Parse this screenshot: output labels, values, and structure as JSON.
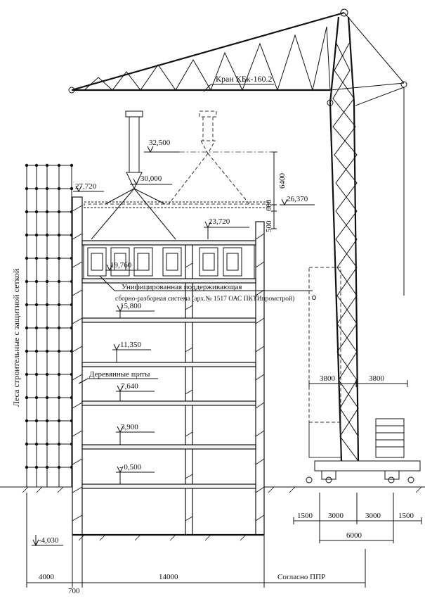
{
  "crane": {
    "label": "Кран КБк-160.2"
  },
  "scaffold": {
    "label": "Леса строительные с защитной сеткой"
  },
  "support_system": {
    "label_line1": "Унифицированная поддерживающая",
    "label_line2": "сборно-разборная система (арх.№ 1517 ОАС ПКТИпромстрой)"
  },
  "wood_panels": {
    "label": "Деревянные щиты"
  },
  "elevations": {
    "e32500": "32,500",
    "e30000": "30,000",
    "e27720": "27,720",
    "e26370": "26,370",
    "e23720": "23,720",
    "e19760": "19,760",
    "e15800": "15,800",
    "e11350": "11,350",
    "e7640": "7,640",
    "e3900": "3,900",
    "em0500": "- 0,500",
    "em4030": "-4,030"
  },
  "dimensions": {
    "d6400": "6400",
    "d600": "600",
    "d500": "500",
    "d3800_left": "3800",
    "d3800_right": "3800",
    "d1500_left": "1500",
    "d3000_left": "3000",
    "d3000_right": "3000",
    "d1500_right": "1500",
    "d6000": "6000",
    "d4000": "4000",
    "d700": "700",
    "d14000": "14000",
    "d_ppr": "Согласно ППР"
  }
}
